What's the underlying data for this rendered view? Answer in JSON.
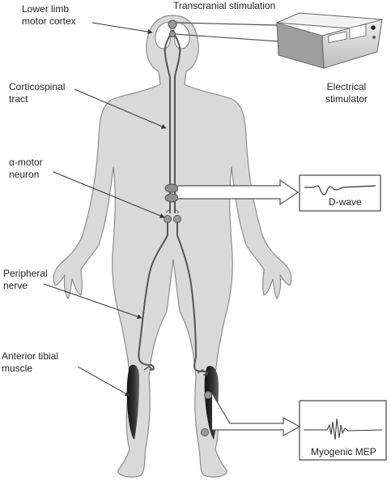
{
  "labels": {
    "lower_limb_motor_cortex": [
      "Lower limb",
      "motor cortex"
    ],
    "transcranial_stimulation": "Transcranial stimulation",
    "electrical_stimulator": [
      "Electrical",
      "stimulator"
    ],
    "corticospinal_tract": [
      "Corticospinal",
      "tract"
    ],
    "alpha_motor_neuron": [
      "α-motor",
      "neuron"
    ],
    "d_wave": "D-wave",
    "peripheral_nerve": [
      "Peripheral",
      "nerve"
    ],
    "anterior_tibial_muscle": [
      "Anterior tibial",
      "muscle"
    ],
    "myogenic_mep": "Myogenic MEP"
  },
  "colors": {
    "body_fill": "#d9d9d9",
    "outline": "#8c8c8c",
    "nerve": "#555555",
    "muscle": "#2b2b2b",
    "node": "#9a9a9a",
    "text": "#222222"
  }
}
